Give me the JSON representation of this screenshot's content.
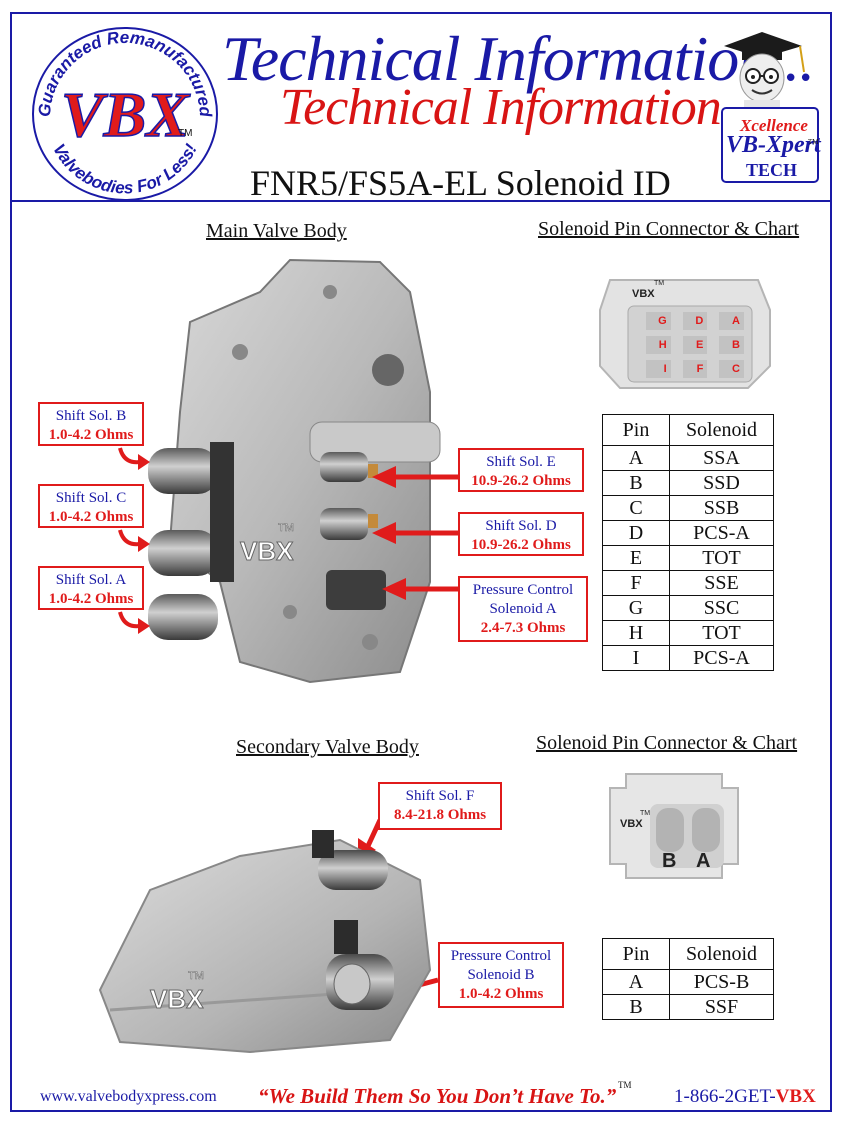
{
  "header": {
    "seal_top_text": "Guaranteed Remanufactured",
    "seal_bottom_text": "Valvebodies For Less!",
    "seal_brand": "VBX",
    "seal_tm": "TM",
    "title_primary": "Technical Information...",
    "title_shadow": "Technical Information...",
    "doc_title": "FNR5/FS5A-EL Solenoid ID",
    "badge_xcellence": "Xcellence",
    "badge_vbxpert": "VB-Xpert",
    "badge_tm": "TM",
    "badge_tech": "TECH"
  },
  "main": {
    "title": "Main Valve Body",
    "watermark": "VBX",
    "watermark_tm": "TM",
    "callouts": [
      {
        "name": "Shift Sol. B",
        "ohms": "1.0-4.2 Ohms"
      },
      {
        "name": "Shift Sol. C",
        "ohms": "1.0-4.2 Ohms"
      },
      {
        "name": "Shift Sol. A",
        "ohms": "1.0-4.2 Ohms"
      },
      {
        "name": "Shift Sol. E",
        "ohms": "10.9-26.2 Ohms"
      },
      {
        "name": "Shift Sol. D",
        "ohms": "10.9-26.2 Ohms"
      },
      {
        "name": "Pressure Control Solenoid A",
        "ohms": "2.4-7.3 Ohms"
      }
    ]
  },
  "main_connector": {
    "title": "Solenoid Pin Connector & Chart",
    "brand": "VBX",
    "brand_tm": "TM",
    "pins_grid": [
      "G",
      "D",
      "A",
      "H",
      "E",
      "B",
      "I",
      "F",
      "C"
    ],
    "table_headers": [
      "Pin",
      "Solenoid"
    ],
    "rows": [
      [
        "A",
        "SSA"
      ],
      [
        "B",
        "SSD"
      ],
      [
        "C",
        "SSB"
      ],
      [
        "D",
        "PCS-A"
      ],
      [
        "E",
        "TOT"
      ],
      [
        "F",
        "SSE"
      ],
      [
        "G",
        "SSC"
      ],
      [
        "H",
        "TOT"
      ],
      [
        "I",
        "PCS-A"
      ]
    ]
  },
  "secondary": {
    "title": "Secondary Valve Body",
    "watermark": "VBX",
    "watermark_tm": "TM",
    "callouts": [
      {
        "name": "Shift Sol. F",
        "ohms": "8.4-21.8 Ohms"
      },
      {
        "name": "Pressure Control Solenoid B",
        "ohms": "1.0-4.2 Ohms"
      }
    ]
  },
  "secondary_connector": {
    "title": "Solenoid Pin Connector & Chart",
    "brand": "VBX",
    "brand_tm": "TM",
    "pins": [
      "B",
      "A"
    ],
    "table_headers": [
      "Pin",
      "Solenoid"
    ],
    "rows": [
      [
        "A",
        "PCS-B"
      ],
      [
        "B",
        "SSF"
      ]
    ]
  },
  "footer": {
    "url": "www.valvebodyxpress.com",
    "slogan": "“We Build Them So You Don’t Have To.”",
    "slogan_tm": "TM",
    "phone_prefix": "1-866-2GET-",
    "phone_suffix": "VBX"
  },
  "colors": {
    "brand_blue": "#1a1aa6",
    "accent_red": "#e01b1b"
  }
}
